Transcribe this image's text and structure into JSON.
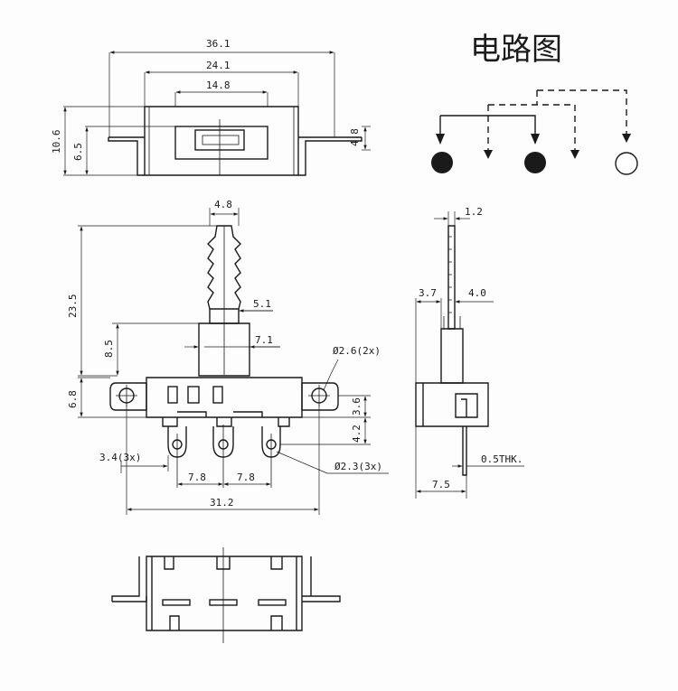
{
  "title": "电路图",
  "top_view": {
    "overall_width": "36.1",
    "mount_width": "24.1",
    "window_width": "14.8",
    "total_height": "10.6",
    "body_height": "6.5",
    "flange_height": "4.8"
  },
  "front_view": {
    "knob_width": "4.8",
    "actuator_height": "23.5",
    "knob_base": "5.1",
    "stem_width": "7.1",
    "stem_height": "8.5",
    "hole_dia": "Ø2.6(2x)",
    "body_height": "6.8",
    "pin_offset": "3.6",
    "pin_drop": "4.2",
    "pin_dia": "3.4(3x)",
    "pin_pitch_1": "7.8",
    "pin_pitch_2": "7.8",
    "pin_hole_dia": "Ø2.3(3x)",
    "overall": "31.2"
  },
  "side_view": {
    "tip_width": "1.2",
    "left_offset": "3.7",
    "stem": "4.0",
    "thickness": "0.5THK.",
    "base": "7.5"
  }
}
